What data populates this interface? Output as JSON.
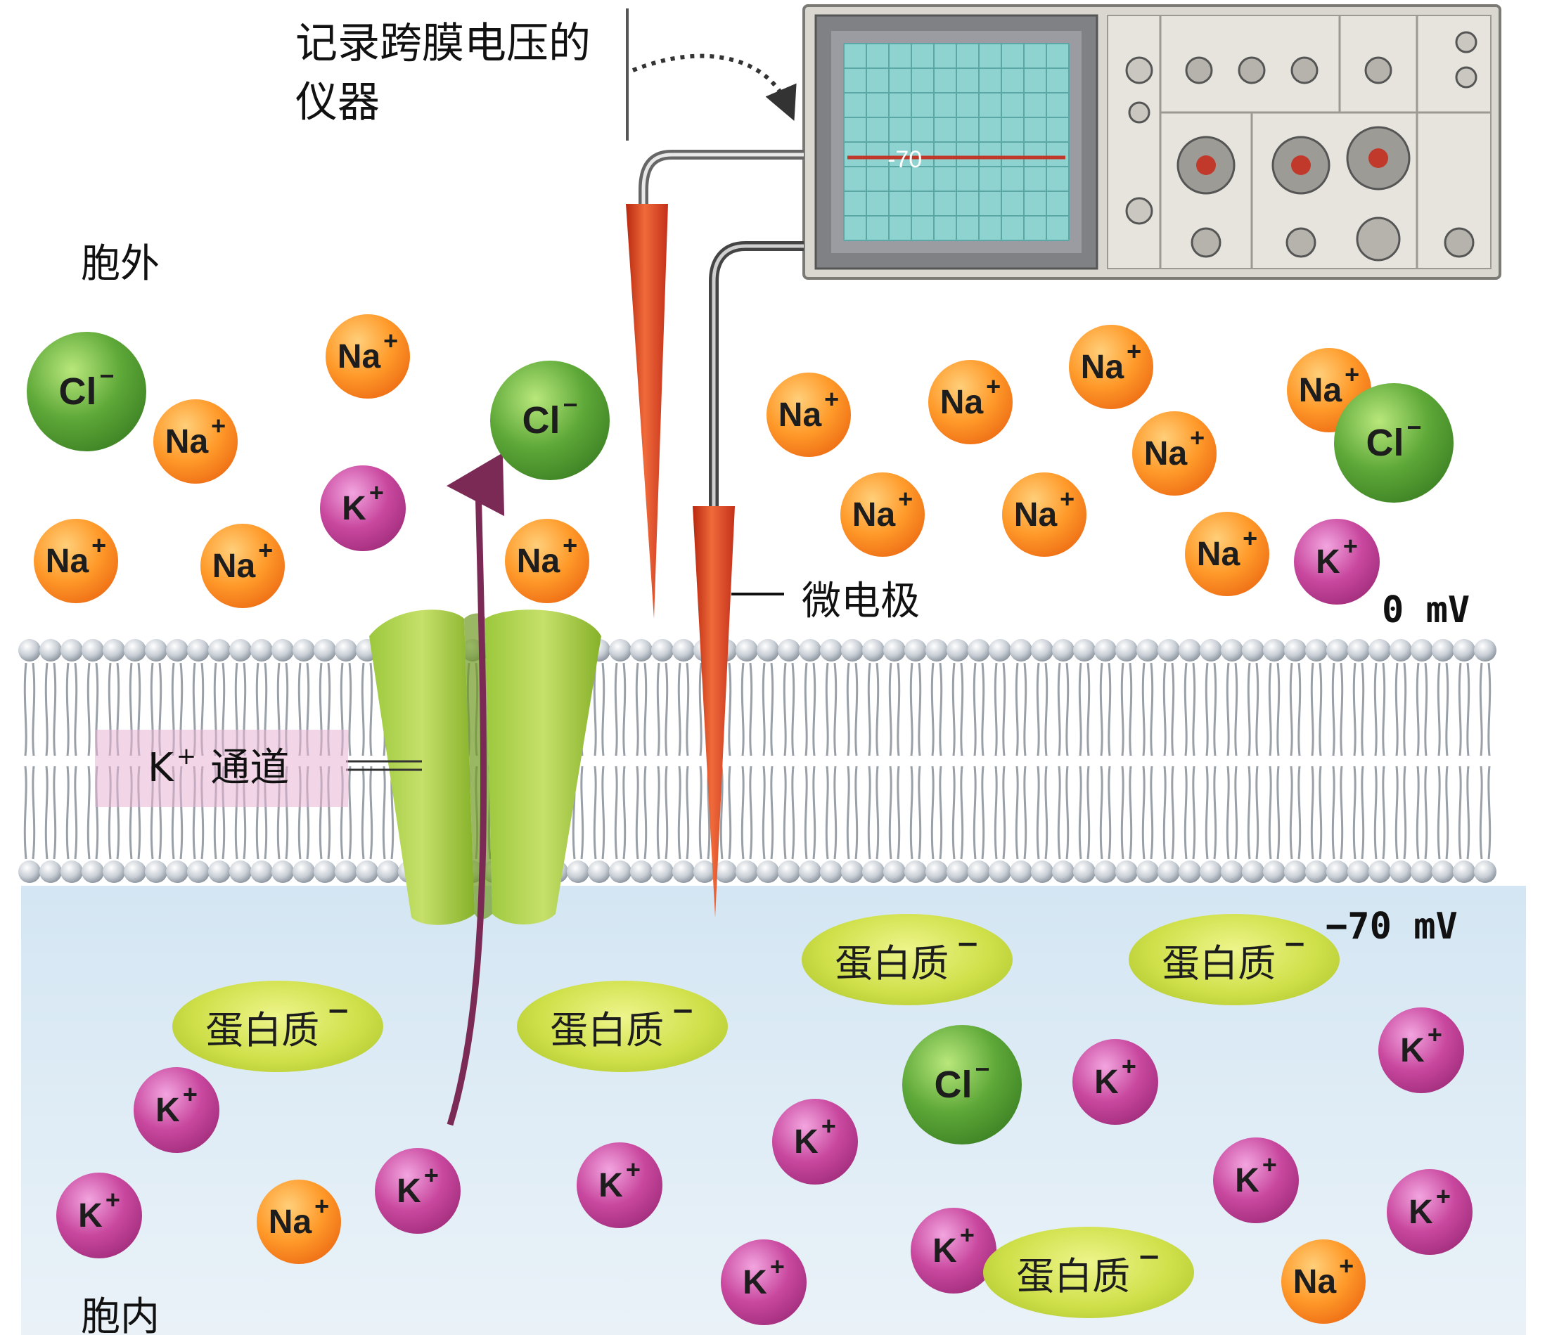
{
  "labels": {
    "instrument_caption": [
      "记录跨膜电压的",
      "仪器"
    ],
    "extracellular": "胞外",
    "intracellular": "胞内",
    "electrode": "微电极",
    "outside_potential": "0 mV",
    "inside_potential": "−70 mV",
    "channel_ion": "K",
    "channel_ion_charge": "+",
    "channel_word": "通道",
    "scope_readout": "-70"
  },
  "ions": [
    {
      "sym": "Cl",
      "chg": "−",
      "type": "cl"
    },
    {
      "sym": "Na",
      "chg": "+",
      "type": "na"
    },
    {
      "sym": "Na",
      "chg": "+",
      "type": "na"
    },
    {
      "sym": "K",
      "chg": "+",
      "type": "k"
    },
    {
      "sym": "Na",
      "chg": "+",
      "type": "na"
    },
    {
      "sym": "Na",
      "chg": "+",
      "type": "na"
    },
    {
      "sym": "Cl",
      "chg": "−",
      "type": "cl"
    },
    {
      "sym": "Na",
      "chg": "+",
      "type": "na"
    },
    {
      "sym": "Na",
      "chg": "+",
      "type": "na"
    },
    {
      "sym": "Na",
      "chg": "+",
      "type": "na"
    },
    {
      "sym": "Na",
      "chg": "+",
      "type": "na"
    },
    {
      "sym": "Na",
      "chg": "+",
      "type": "na"
    },
    {
      "sym": "Na",
      "chg": "+",
      "type": "na"
    },
    {
      "sym": "Na",
      "chg": "+",
      "type": "na"
    },
    {
      "sym": "Cl",
      "chg": "−",
      "type": "cl"
    },
    {
      "sym": "Na",
      "chg": "+",
      "type": "na"
    },
    {
      "sym": "Na",
      "chg": "+",
      "type": "na"
    },
    {
      "sym": "K",
      "chg": "+",
      "type": "k"
    },
    {
      "sym": "Cl",
      "chg": "−",
      "type": "cl"
    },
    {
      "sym": "K",
      "chg": "+",
      "type": "k"
    },
    {
      "sym": "K",
      "chg": "+",
      "type": "k"
    },
    {
      "sym": "K",
      "chg": "+",
      "type": "k"
    },
    {
      "sym": "Na",
      "chg": "+",
      "type": "na"
    },
    {
      "sym": "K",
      "chg": "+",
      "type": "k"
    },
    {
      "sym": "K",
      "chg": "+",
      "type": "k"
    },
    {
      "sym": "K",
      "chg": "+",
      "type": "k"
    },
    {
      "sym": "K",
      "chg": "+",
      "type": "k"
    },
    {
      "sym": "K",
      "chg": "+",
      "type": "k"
    },
    {
      "sym": "K",
      "chg": "+",
      "type": "k"
    },
    {
      "sym": "K",
      "chg": "+",
      "type": "k"
    },
    {
      "sym": "K",
      "chg": "+",
      "type": "k"
    },
    {
      "sym": "Na",
      "chg": "+",
      "type": "na"
    }
  ],
  "proteins": [
    {
      "text": "蛋白质",
      "chg": "−"
    },
    {
      "text": "蛋白质",
      "chg": "−"
    },
    {
      "text": "蛋白质",
      "chg": "−"
    },
    {
      "text": "蛋白质",
      "chg": "−"
    },
    {
      "text": "蛋白质",
      "chg": "−"
    }
  ],
  "colors": {
    "sodium": "#f7801c",
    "potassium": "#b23b8d",
    "chloride": "#4f9a2f",
    "protein": "#cfe04a",
    "channel": "#8cbf2e",
    "electrode": "#e2451f",
    "cytoplasm": "#dbe9f4",
    "scope_screen": "#8fd3d1",
    "scope_trace": "#c0392b"
  }
}
